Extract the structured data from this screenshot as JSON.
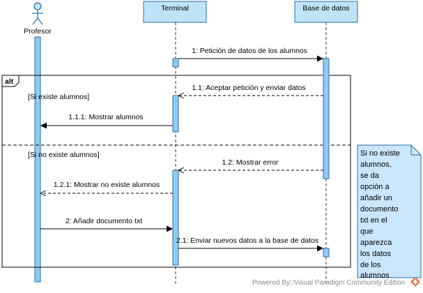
{
  "diagram": {
    "actor": {
      "name": "Profesor",
      "icon": "stick-figure-icon"
    },
    "lifelines": [
      {
        "id": "terminal",
        "name": "Terminal"
      },
      {
        "id": "db",
        "name": "Base de datos"
      }
    ],
    "messages": [
      {
        "id": "m1",
        "label": "1: Petición de datos de los alumnos"
      },
      {
        "id": "m11",
        "label": "1.1: Aceptar petición y enviar datos"
      },
      {
        "id": "m111",
        "label": "1.1.1: Mostrar alumnos"
      },
      {
        "id": "m12",
        "label": "1.2: Mostrar error"
      },
      {
        "id": "m121",
        "label": "1.2.1: Mostrar no existe alumnos"
      },
      {
        "id": "m2",
        "label": "2: Añadir documento txt"
      },
      {
        "id": "m21",
        "label": "2.1: Enviar  nuevos datos a la base de datos"
      }
    ],
    "fragment": {
      "operator": "alt",
      "guard1": "[Si existe alumnos]",
      "guard2": "[Si no existe alumnos]"
    },
    "note": {
      "lines": [
        "Si no existe",
        "alumnos,",
        "se da",
        "opción a",
        "añadir un",
        "documento",
        "txt en el",
        "que",
        "aparezca",
        "los datos",
        "de los",
        "alumnos"
      ]
    },
    "colors": {
      "lifeline_head": "#bfe3f7",
      "activation": "#8fcbf0",
      "note": "#c9e6fb"
    }
  },
  "watermark": "Powered By□Visual Paradigm Community Edition"
}
